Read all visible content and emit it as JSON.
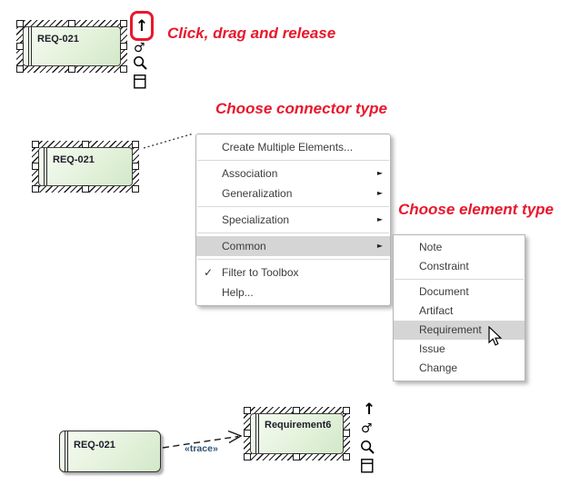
{
  "annotations": {
    "click_drag": "Click, drag and release",
    "choose_connector": "Choose connector type",
    "choose_element": "Choose element type"
  },
  "elements": {
    "req_top": {
      "label": "REQ-021"
    },
    "req_middle": {
      "label": "REQ-021"
    },
    "req_bottom": {
      "label": "REQ-021"
    },
    "requirement6": {
      "label": "Requirement6"
    }
  },
  "connector": {
    "label": "«trace»"
  },
  "context_menu": {
    "items": [
      {
        "label": "Create Multiple Elements...",
        "has_submenu": false
      },
      {
        "label": "Association",
        "has_submenu": true
      },
      {
        "label": "Generalization",
        "has_submenu": true
      },
      {
        "label": "Specialization",
        "has_submenu": true
      },
      {
        "label": "Common",
        "has_submenu": true,
        "highlighted": true
      },
      {
        "label": "Filter to Toolbox",
        "checked": true
      },
      {
        "label": "Help...",
        "has_submenu": false
      }
    ]
  },
  "submenu": {
    "items": [
      {
        "label": "Note"
      },
      {
        "label": "Constraint"
      },
      {
        "label": "Document"
      },
      {
        "label": "Artifact"
      },
      {
        "label": "Requirement",
        "highlighted": true
      },
      {
        "label": "Issue"
      },
      {
        "label": "Change"
      }
    ]
  },
  "glyphs": {
    "up_arrow": "↑",
    "circle_arrow": "♂",
    "check": "✓",
    "submenu_arrow": "►"
  },
  "colors": {
    "annotation_red": "#e8182d",
    "element_fill_light": "#f6fbf2",
    "element_fill_dark": "#d2e8c8",
    "menu_highlight": "#d5d5d5",
    "trace_label": "#2f5373"
  }
}
